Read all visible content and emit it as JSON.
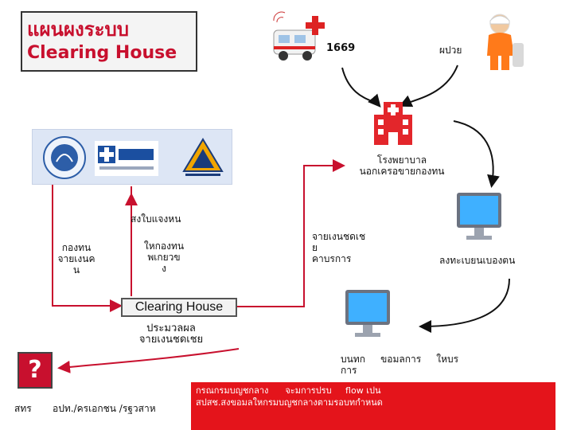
{
  "title": {
    "line1": "แผนผงระบบ",
    "line2": "Clearing House"
  },
  "nodes": {
    "ems_number": "1669",
    "patient": "ผปวย",
    "hospital": "โรงพยาบาล\nนอกเครอขายกองทน",
    "register": "ลงทะเบยนเบองตน",
    "record": "บนทก     ขอมลการ     ใหบร\nการ",
    "clearing_house": "Clearing House",
    "process": "ประมวลผล\nจายเงนชดเชย",
    "question": "?"
  },
  "edges": {
    "send_notice": "สงใบแจงหน",
    "fund_pay": "กองทน\nจายเงนค\nน",
    "notify_fund": "ใหกองทน\nพเกยวข\nง",
    "pay_comp": "จายเงนชดเช\nย\nคาบรการ"
  },
  "bottom": {
    "left1": "สทร",
    "left2": "อปท./ครเอกชน /รฐวสาห"
  },
  "note": {
    "line1": "กรณกรมบญชกลาง      จะมการปรบ     flow เปน",
    "line2": "สปสช.สงขอมลใหกรมบญชกลางตามรอบทกำหนด"
  },
  "colors": {
    "arrow": "#c8102e",
    "accent": "#c8102e",
    "note_bg": "#e4141b"
  },
  "icons": [
    "ambulance-icon",
    "injured-patient-icon",
    "hospital-building-icon",
    "computer-monitor-icon",
    "thai-government-seal-logo",
    "nhso-logo",
    "social-security-logo"
  ]
}
